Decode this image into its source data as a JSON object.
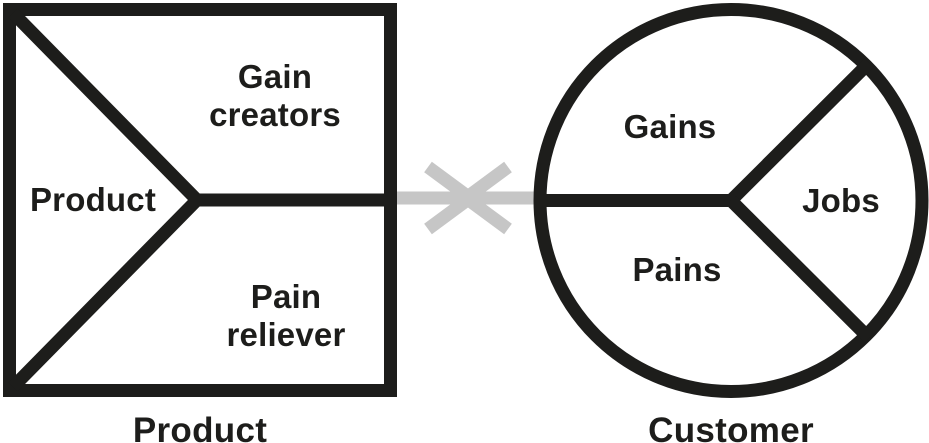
{
  "diagram": {
    "type": "value-proposition-canvas",
    "colors": {
      "ink": "#1d1d1b",
      "arrow_gray": "#c6c6c6",
      "background": "#ffffff"
    },
    "value_map": {
      "label": "Product",
      "gain_creators_line1": "Gain",
      "gain_creators_line2": "creators",
      "pain_reliever_line1": "Pain",
      "pain_reliever_line2": "reliever",
      "caption": "Product"
    },
    "customer_profile": {
      "gains_label": "Gains",
      "pains_label": "Pains",
      "jobs_label": "Jobs",
      "caption": "Customer"
    },
    "fit": {
      "icon": "converging-arrows"
    }
  }
}
